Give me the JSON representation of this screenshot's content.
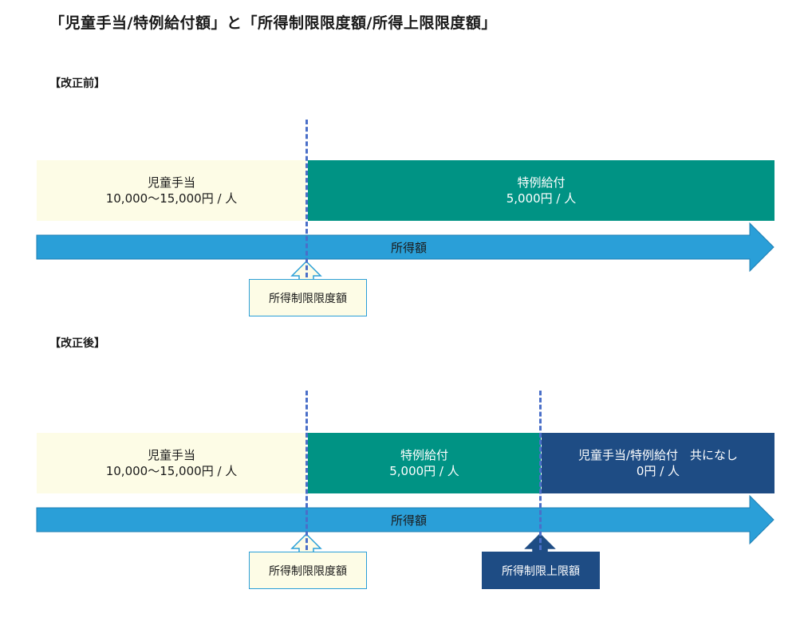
{
  "title": "「児童手当/特例給付額」と「所得制限限度額/所得上限限度額」",
  "before": {
    "heading": "【改正前】",
    "child_allowance": {
      "name": "児童手当",
      "amount": "10,000〜15,000円 / 人"
    },
    "special_benefit": {
      "name": "特例給付",
      "amount": "5,000円 / 人"
    },
    "income_axis": "所得額",
    "income_limit": "所得制限限度額"
  },
  "after": {
    "heading": "【改正後】",
    "child_allowance": {
      "name": "児童手当",
      "amount": "10,000〜15,000円 / 人"
    },
    "special_benefit": {
      "name": "特例給付",
      "amount": "5,000円 / 人"
    },
    "none": {
      "name": "児童手当/特例給付　共になし",
      "amount": "0円 / 人"
    },
    "income_axis": "所得額",
    "income_limit": "所得制限限度額",
    "income_upper_limit": "所得制限上限額"
  },
  "colors": {
    "child_allowance_fill": "#fdfce6",
    "special_benefit_fill": "#009384",
    "none_fill": "#1e4c84",
    "axis_arrow": "#2a9fd8",
    "limit_line": "#4a6fc8"
  }
}
